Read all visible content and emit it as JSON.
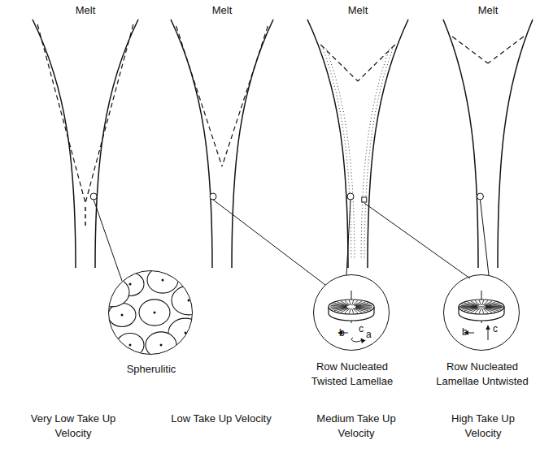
{
  "diagram": {
    "nodes": [
      {
        "text": [
          "Spherulitic"
        ]
      },
      {
        "text": [
          "b",
          "c",
          "a",
          "Row Nucleated Twisted Lamellae"
        ]
      },
      {
        "text": [
          "b",
          "c",
          "Row Nucleated Lamellae Untwisted"
        ]
      }
    ],
    "labels": [
      "Melt",
      "Melt",
      "Melt",
      "Melt",
      "Very Low Take Up Velocity",
      "Low Take Up Velocity",
      "Medium Take Up Velocity",
      "High Take Up Velocity"
    ]
  }
}
